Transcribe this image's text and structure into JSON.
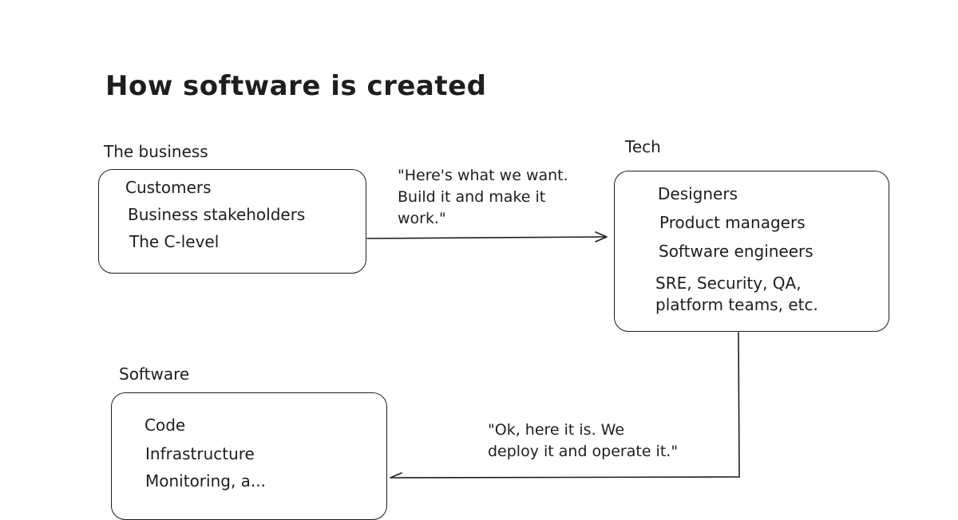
{
  "title": "How software is created",
  "groups": {
    "business": {
      "label": "The business",
      "items": [
        "Customers",
        "Business stakeholders",
        "The C-level"
      ]
    },
    "tech": {
      "label": "Tech",
      "items": [
        "Designers",
        "Product managers",
        "Software engineers",
        "SRE, Security, QA,\nplatform teams, etc."
      ]
    },
    "software": {
      "label": "Software",
      "items": [
        "Code",
        "Infrastructure",
        "Monitoring, a..."
      ]
    }
  },
  "arrows": {
    "business_to_tech": "\"Here's what we want.\nBuild it and make it\nwork.\"",
    "tech_to_software": "\"Ok, here it is. We\ndeploy it and operate it.\""
  },
  "colors": {
    "stroke": "#1e1e1e",
    "background": "#ffffff"
  }
}
